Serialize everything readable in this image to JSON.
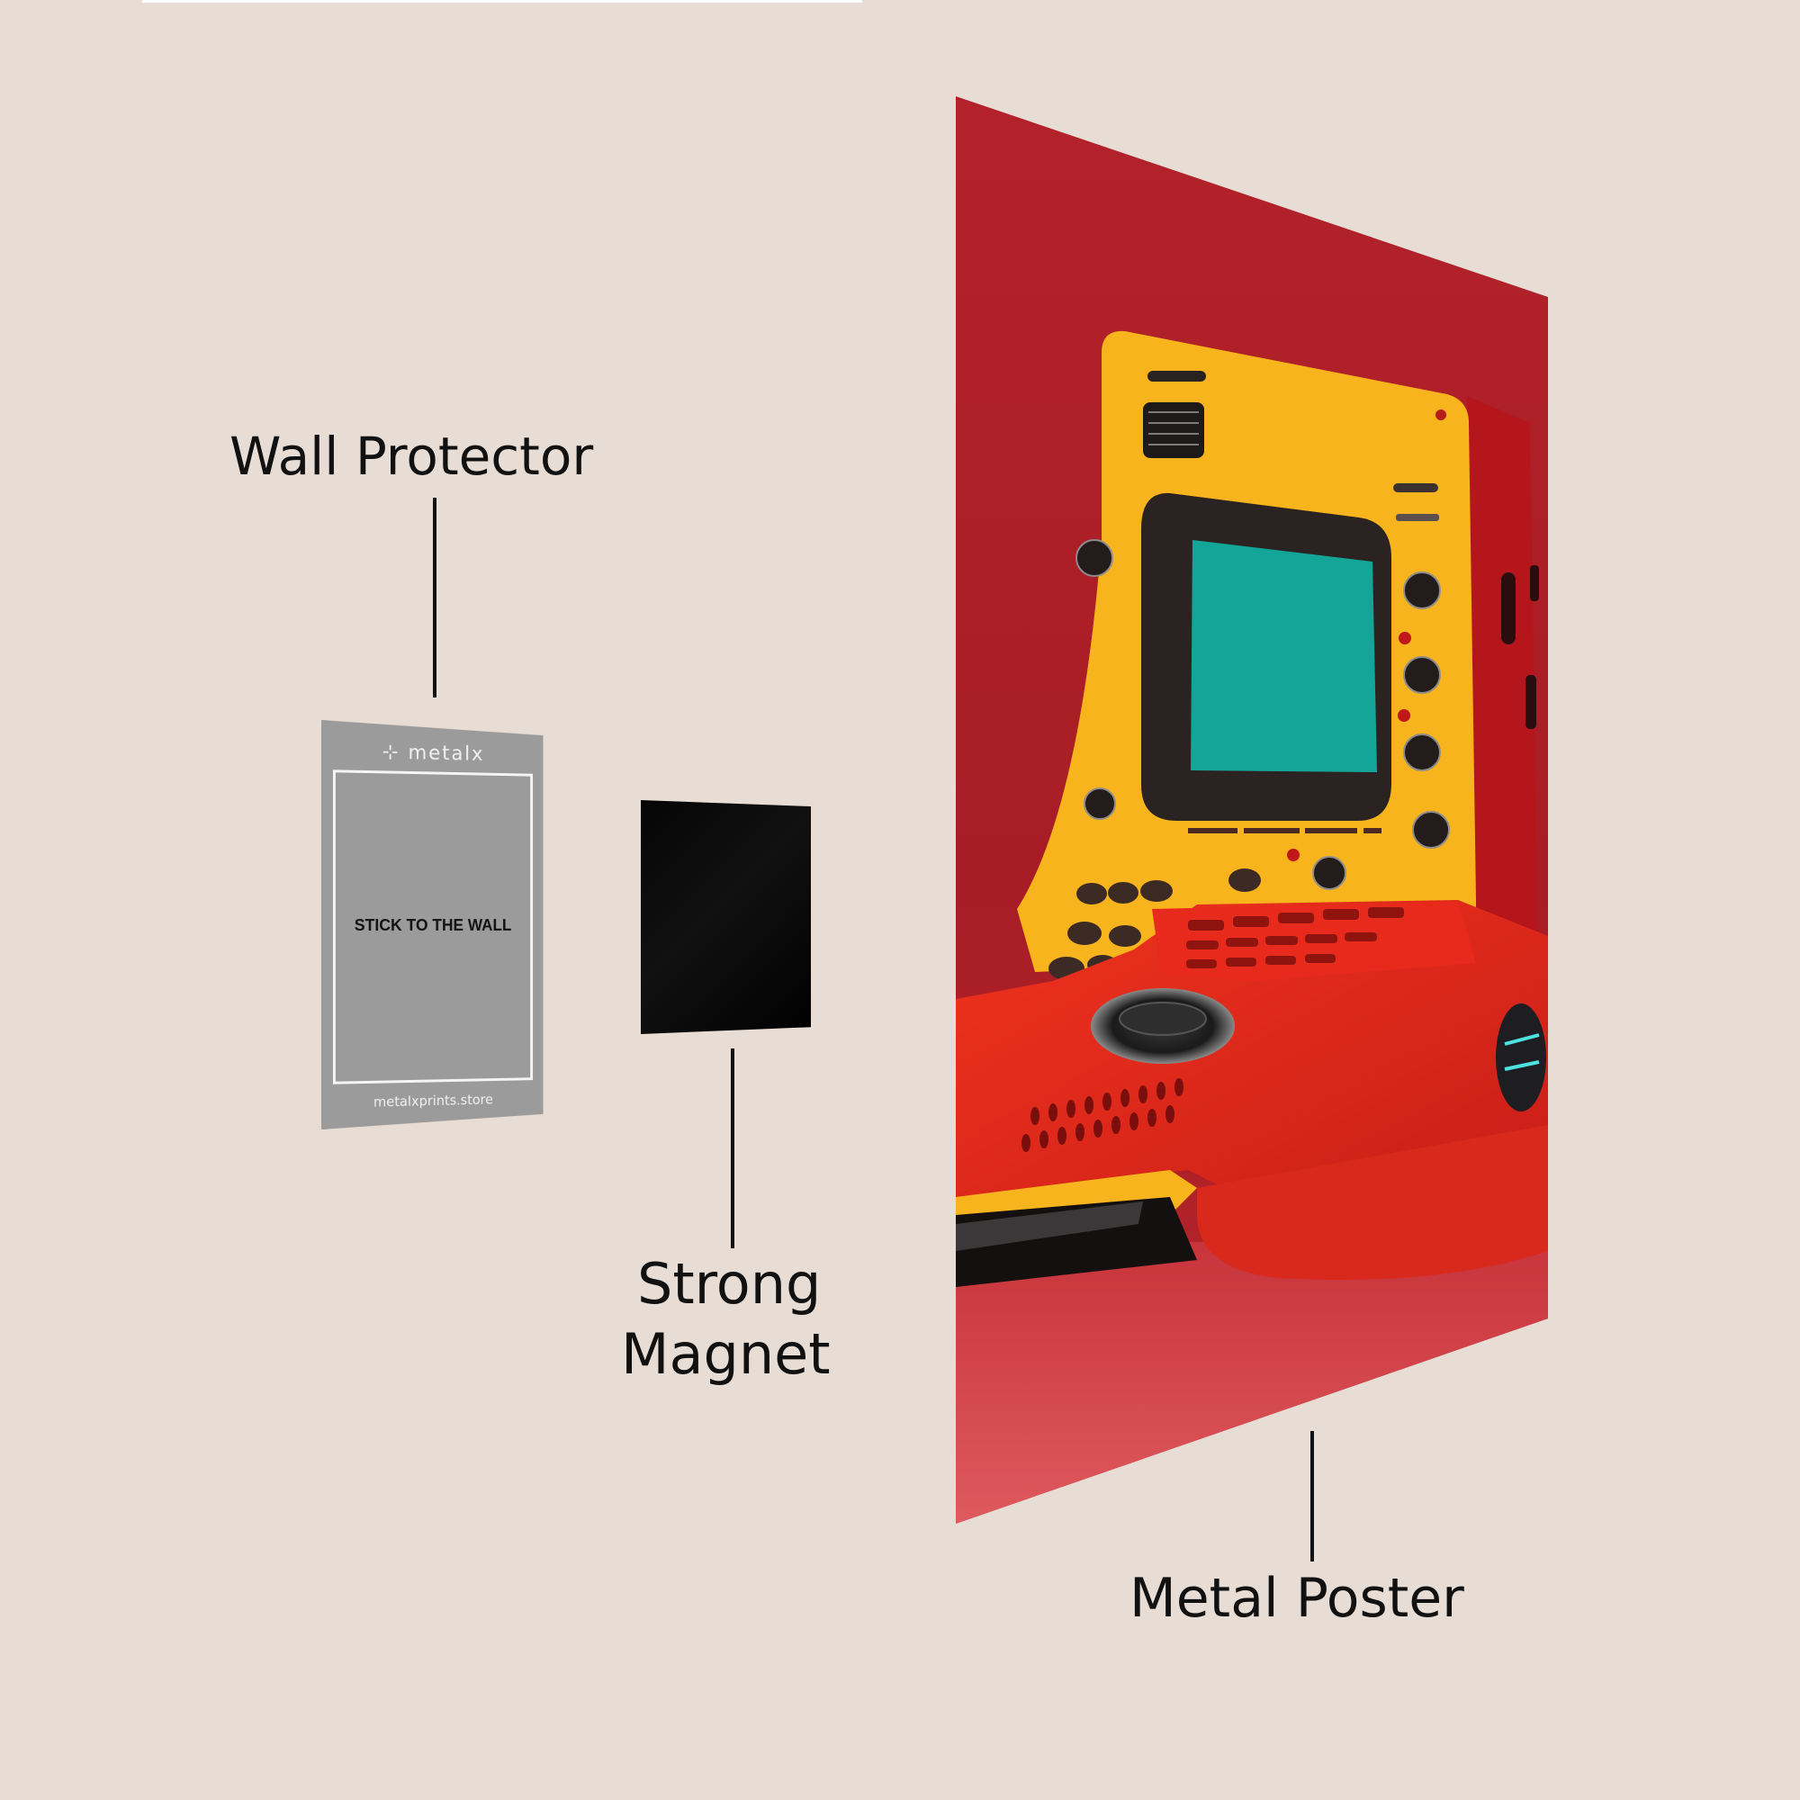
{
  "labels": {
    "wall_protector": "Wall Protector",
    "strong_magnet_line1": "Strong",
    "strong_magnet_line2": "Magnet",
    "metal_poster": "Metal Poster"
  },
  "wall_protector_card": {
    "brand": "metalx",
    "brand_icon": "metalx-logo-icon",
    "instruction": "STICK TO THE WALL",
    "website": "metalxprints.store",
    "color": "#9b9b9b"
  },
  "magnet": {
    "color": "#000000"
  },
  "poster": {
    "subject": "retro yellow and red handheld console with teal screen",
    "colors": {
      "background_red": "#b01f26",
      "floor_red": "#d9545a",
      "panel_yellow": "#f7b41c",
      "screen_teal": "#13a597",
      "bezel": "#2b2321"
    }
  },
  "colors": {
    "page_background": "#e8ddd5",
    "text": "#111111"
  }
}
